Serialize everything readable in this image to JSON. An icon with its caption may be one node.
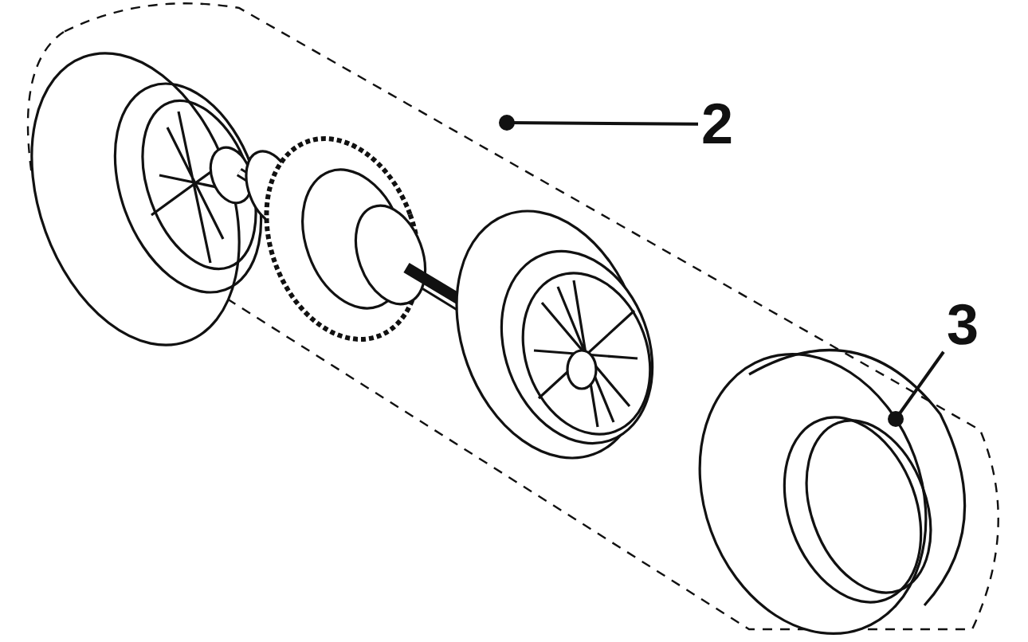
{
  "diagram": {
    "nodes": [
      {
        "text": [
          "2"
        ]
      },
      {
        "text": [
          "3"
        ]
      }
    ],
    "edges": [
      {
        "from": 0,
        "to": null,
        "arrow": "other"
      },
      {
        "from": 1,
        "to": null,
        "arrow": "other"
      }
    ]
  }
}
